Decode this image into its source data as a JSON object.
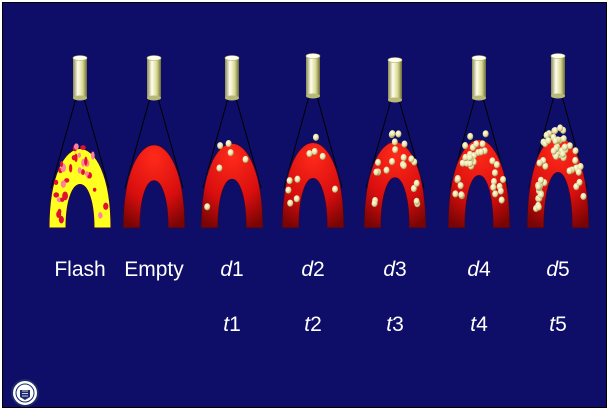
{
  "diagram": {
    "columns": [
      {
        "id": "flash",
        "state_label": "Flash",
        "fill": "flash"
      },
      {
        "id": "empty",
        "state_label": "Empty",
        "fill": "empty"
      },
      {
        "id": "d1",
        "state_var": "d",
        "state_index": "1",
        "time_var": "t",
        "time_index": "1",
        "particle_density": 1
      },
      {
        "id": "d2",
        "state_var": "d",
        "state_index": "2",
        "time_var": "t",
        "time_index": "2",
        "particle_density": 2
      },
      {
        "id": "d3",
        "state_var": "d",
        "state_index": "3",
        "time_var": "t",
        "time_index": "3",
        "particle_density": 3
      },
      {
        "id": "d4",
        "state_var": "d",
        "state_index": "4",
        "time_var": "t",
        "time_index": "4",
        "particle_density": 4
      },
      {
        "id": "d5",
        "state_var": "d",
        "state_index": "5",
        "time_var": "t",
        "time_index": "5",
        "particle_density": 5
      }
    ]
  },
  "colors": {
    "background": "#0e0e68",
    "arch_red": "#e01010",
    "flash_yellow": "#ffff20",
    "particle": "#e8e0a0",
    "text": "#ffffff"
  },
  "icons": {
    "logo": "university-seal-icon"
  }
}
